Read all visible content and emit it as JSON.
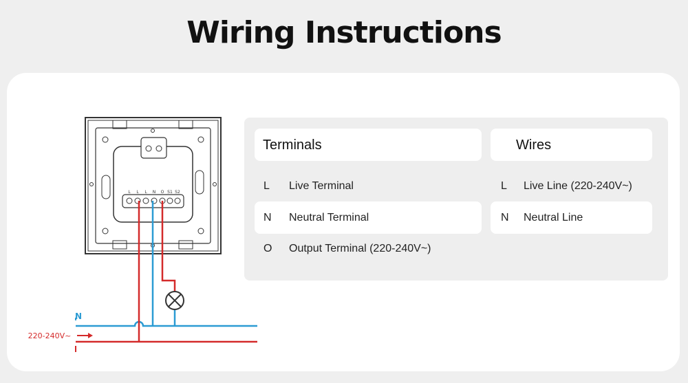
{
  "title": "Wiring Instructions",
  "terminals": {
    "header": "Terminals",
    "rows": [
      {
        "code": "L",
        "label": "Live Terminal"
      },
      {
        "code": "N",
        "label": "Neutral Terminal"
      },
      {
        "code": "O",
        "label": "Output Terminal (220-240V~)"
      }
    ]
  },
  "wires": {
    "header": "Wires",
    "rows": [
      {
        "code": "L",
        "label": "Live Line (220-240V~)"
      },
      {
        "code": "N",
        "label": "Neutral Line"
      }
    ]
  },
  "diagram": {
    "neutral_label": "N",
    "voltage_label": "220-240V~",
    "terminal_labels": [
      "L",
      "L",
      "L",
      "N",
      "O",
      "S1",
      "S2"
    ],
    "colors": {
      "live": "#d42a2a",
      "neutral": "#2b9bd3",
      "outline": "#333333"
    }
  }
}
